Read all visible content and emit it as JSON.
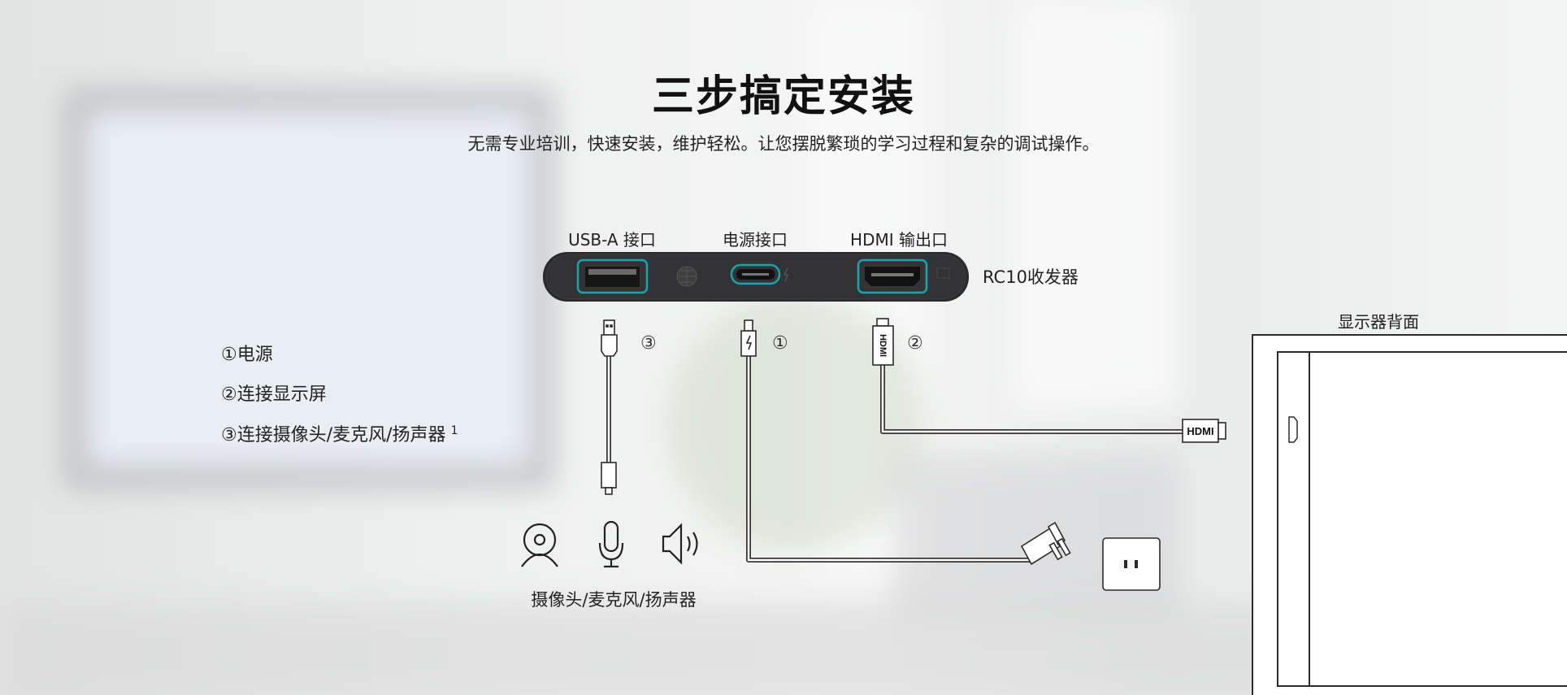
{
  "header": {
    "title": "三步搞定安装",
    "subtitle": "无需专业培训，快速安装，维护轻松。让您摆脱繁琐的学习过程和复杂的调试操作。"
  },
  "device": {
    "name": "RC10收发器",
    "ports": [
      {
        "label": "USB-A 接口"
      },
      {
        "label": "电源接口"
      },
      {
        "label": "HDMI 输出口"
      }
    ],
    "accent_color": "#1aa3b0"
  },
  "cables": {
    "usb_marker": "③",
    "power_marker": "①",
    "hdmi_marker": "②",
    "hdmi_plug_text": "HDMI"
  },
  "legend": {
    "items": [
      {
        "label": "①电源"
      },
      {
        "label": "②连接显示屏"
      },
      {
        "label": "③连接摄像头/麦克风/扬声器"
      }
    ],
    "footnote": "1"
  },
  "peripherals": {
    "label": "摄像头/麦克风/扬声器",
    "icons": [
      "camera-icon",
      "microphone-icon",
      "speaker-icon"
    ]
  },
  "monitor": {
    "label": "显示器背面"
  }
}
